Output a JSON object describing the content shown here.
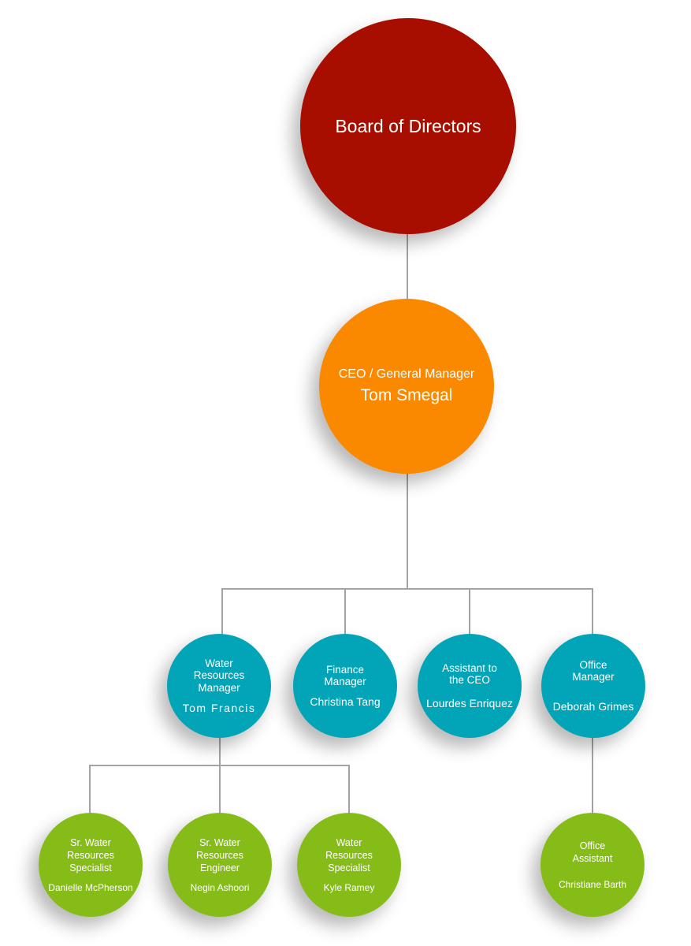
{
  "chart": {
    "type": "org-chart",
    "colors": {
      "board": "#a80e00",
      "executive": "#fb8900",
      "manager": "#01a5b7",
      "staff": "#86bc18",
      "connector": "#a3a3a3"
    },
    "board": {
      "title": "Board of Directors"
    },
    "ceo": {
      "title": "CEO / General Manager",
      "name": "Tom Smegal"
    },
    "managers": [
      {
        "title": "Water Resources Manager",
        "name": "Tom Francis"
      },
      {
        "title": "Finance Manager",
        "name": "Christina Tang"
      },
      {
        "title": "Assistant to the CEO",
        "name": "Lourdes Enriquez"
      },
      {
        "title": "Office Manager",
        "name": "Deborah Grimes"
      }
    ],
    "staff": [
      {
        "title": "Sr. Water Resources Specialist",
        "name": "Danielle McPherson",
        "reports_to": "Water Resources Manager"
      },
      {
        "title": "Sr. Water Resources Engineer",
        "name": "Negin Ashoori",
        "reports_to": "Water Resources Manager"
      },
      {
        "title": "Water Resources Specialist",
        "name": "Kyle Ramey",
        "reports_to": "Water Resources Manager"
      },
      {
        "title": "Office Assistant",
        "name": "Christiane Barth",
        "reports_to": "Office Manager"
      }
    ]
  }
}
